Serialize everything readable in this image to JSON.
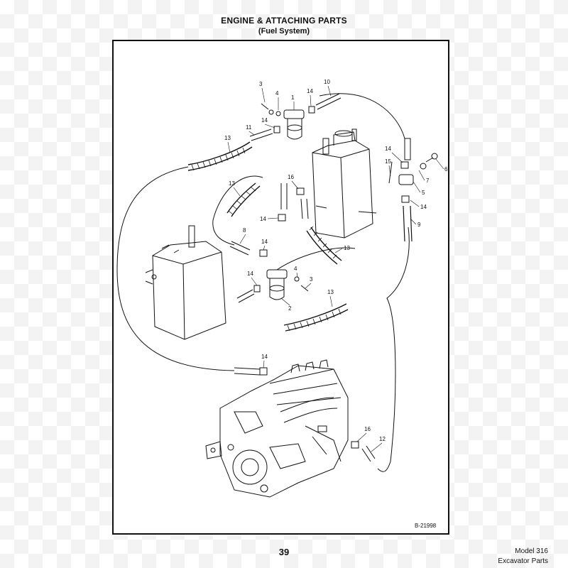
{
  "header": {
    "title": "ENGINE & ATTACHING PARTS",
    "subtitle": "(Fuel System)"
  },
  "callouts": [
    "1",
    "2",
    "3",
    "4",
    "5",
    "6",
    "7",
    "8",
    "9",
    "10",
    "11",
    "12",
    "13",
    "14",
    "15",
    "16"
  ],
  "drawing_number": "B-21998",
  "footer": {
    "page_number": "39",
    "model": "Model 316",
    "section": "Excavator Parts"
  }
}
